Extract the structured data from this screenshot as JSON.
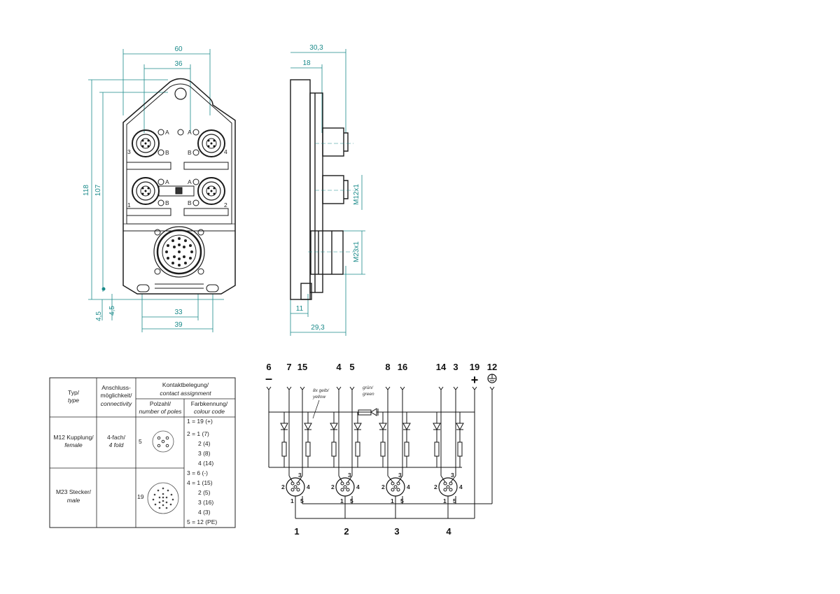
{
  "front_view": {
    "dims": {
      "w60": "60",
      "w36": "36",
      "h118": "118",
      "h107": "107",
      "w33": "33",
      "w39": "39",
      "m45a": "4,5",
      "m45b": "4,5"
    },
    "letters": {
      "a": "A",
      "b": "B"
    },
    "port_nums": [
      "3",
      "4",
      "1",
      "2"
    ]
  },
  "side_view": {
    "dims": {
      "d303": "30,3",
      "d18": "18",
      "d11": "11",
      "d293": "29,3",
      "m12": "M12x1",
      "m23": "M23x1"
    }
  },
  "table": {
    "h_type": "Typ/",
    "h_type_en": "type",
    "h_conn1": "Anschluss-",
    "h_conn2": "möglichkeit/",
    "h_conn3": "connectivity",
    "h_contact1": "Kontaktbelegung/",
    "h_contact2": "contact assignment",
    "h_poles1": "Polzahl/",
    "h_poles2": "number of poles",
    "h_colour1": "Farbkennung/",
    "h_colour2": "colour code",
    "row1_type": "M12 Kupplung/",
    "row1_type_en": "female",
    "row1_conn": "4-fach/",
    "row1_conn_en": "4 fold",
    "row1_poles": "5",
    "row2_type": "M23 Stecker/",
    "row2_type_en": "male",
    "row2_poles": "19",
    "codes": [
      "1 = 19  (+)",
      "2 = 1     (7)",
      "2     (4)",
      "3     (8)",
      "4     (14)",
      "3 = 6    (-)",
      "4 = 1     (15)",
      "2     (5)",
      "3     (16)",
      "4     (3)",
      "5 = 12   (PE)"
    ]
  },
  "circuit": {
    "top_pins": [
      "6",
      "7",
      "15",
      "4",
      "5",
      "8",
      "16",
      "14",
      "3",
      "19",
      "12"
    ],
    "minus": "–",
    "plus": "+",
    "note_yellow1": "8x gelb/",
    "note_yellow2": "yellow",
    "note_green1": "grün/",
    "note_green2": "green",
    "port_labels": [
      "1",
      "2",
      "3",
      "4"
    ],
    "socket_pins": {
      "p1": "1",
      "p2": "2",
      "p3": "3",
      "p4": "4",
      "p5": "5"
    }
  }
}
